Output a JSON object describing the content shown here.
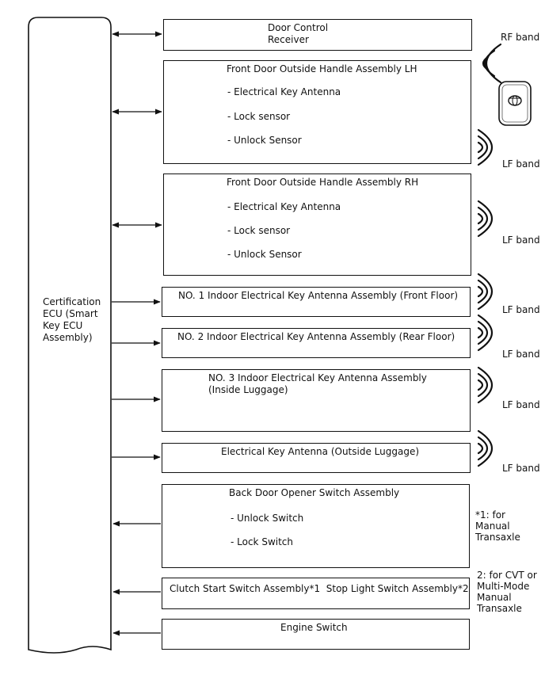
{
  "ecu": {
    "label": "Certification\nECU (Smart\nKey ECU\nAssembly)"
  },
  "boxes": [
    {
      "title": "Door Control\nReceiver"
    },
    {
      "title": "Front Door Outside Handle Assembly LH",
      "items": [
        "- Electrical Key Antenna",
        "- Lock sensor",
        "- Unlock Sensor"
      ]
    },
    {
      "title": "Front Door Outside Handle Assembly RH",
      "items": [
        "- Electrical Key Antenna",
        "- Lock sensor",
        "- Unlock Sensor"
      ]
    },
    {
      "title": "NO. 1 Indoor Electrical Key Antenna Assembly (Front Floor)"
    },
    {
      "title": "NO. 2 Indoor Electrical Key Antenna Assembly (Rear Floor)"
    },
    {
      "title": "NO. 3 Indoor Electrical Key Antenna Assembly\n(Inside Luggage)"
    },
    {
      "title": "Electrical Key Antenna (Outside Luggage)"
    },
    {
      "title": "Back Door Opener Switch Assembly",
      "items": [
        "- Unlock Switch",
        "- Lock Switch"
      ]
    },
    {
      "title": "Clutch Start Switch Assembly*1  Stop Light Switch Assembly*2"
    },
    {
      "title": "Engine Switch"
    }
  ],
  "bands": {
    "rf": "RF band",
    "lf1": "LF band",
    "lf2": "LF band",
    "lf3": "LF band",
    "lf4": "LF band",
    "lf5": "LF band",
    "lf6": "LF band"
  },
  "notes": {
    "note1": "*1: for\nManual\nTransaxle",
    "note2": "2: for CVT or\nMulti-Mode\nManual\nTransaxle"
  },
  "icons": {
    "key_fob": "smart-key-fob-icon",
    "wave": "radio-wave-icon"
  }
}
